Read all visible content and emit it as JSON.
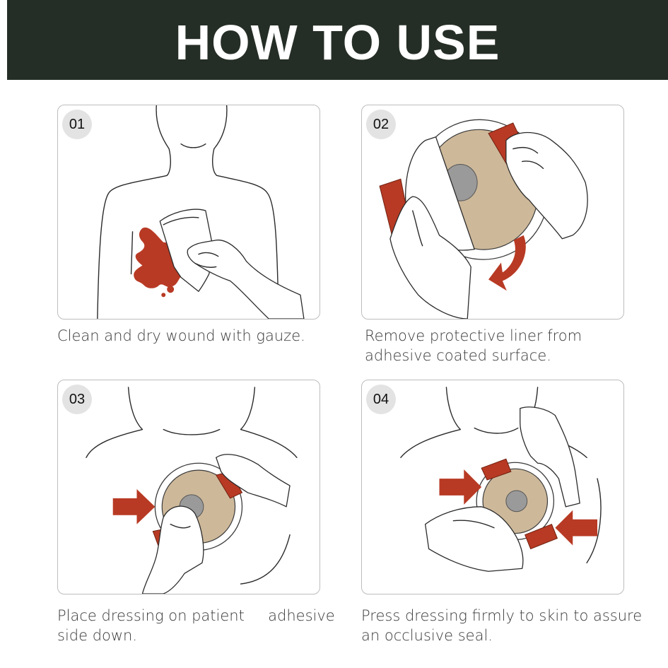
{
  "header": {
    "title": "HOW TO USE"
  },
  "steps": [
    {
      "number": "01",
      "caption": "Clean and dry wound with gauze."
    },
    {
      "number": "02",
      "caption": "Remove protective liner from\nadhesive coated surface."
    },
    {
      "number": "03",
      "caption": "Place dressing on patient     adhesive\nside down."
    },
    {
      "number": "04",
      "caption": "Press dressing firmly to skin to assure\nan occlusive seal."
    }
  ],
  "colors": {
    "header_bg": "#252e26",
    "accent_red": "#b83a24",
    "dressing_tan": "#cdb89a",
    "badge_bg": "#e3e3e3"
  }
}
